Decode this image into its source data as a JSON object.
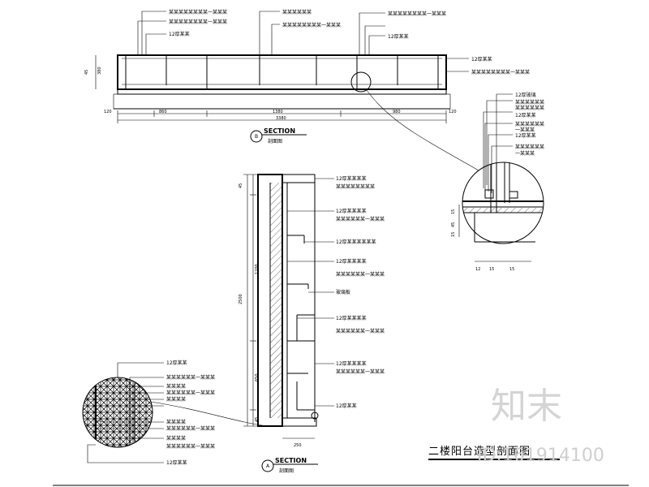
{
  "watermark": {
    "site": "知末",
    "id": "ID:161914100"
  },
  "drawing_title": "二楼阳台造型剖面图",
  "sections": [
    {
      "label": "SECTION",
      "sublabel": "剖面图",
      "tag": "B"
    },
    {
      "label": "SECTION",
      "sublabel": "剖面图",
      "tag": "A"
    }
  ],
  "section_b": {
    "notes_top": [
      "某某某某某某某某一某某某",
      "12厚某某",
      "某某某某某某某某一某某某",
      "某某某某某某",
      "某某某某某某某某一某某某",
      "某某某某某某某某一某某某",
      "12厚某某"
    ],
    "notes_right": [
      "12厚某某",
      "某某某某某某某某一某某某"
    ],
    "dims_bottom": [
      "120",
      "860",
      "1380",
      "980",
      "120"
    ],
    "dims_total": "3380",
    "dims_left": [
      "45",
      "380"
    ]
  },
  "detail_b": {
    "notes": [
      "12厚玻璃",
      "某某某某某某",
      "某某某某某某",
      "12厚某某",
      "某某某某某某",
      "一某某某",
      "12厚某某",
      "某某某某某某",
      "一某某某"
    ],
    "dims_left": [
      "15",
      "45",
      "15"
    ],
    "dims_bottom": [
      "12",
      "15",
      "15"
    ]
  },
  "section_a": {
    "notes": [
      "12厚某某某某",
      "某某某某某某某某",
      "12厚某某某某",
      "某某某某某某一某某某",
      "12厚某某某某某某",
      "12厚某某某某",
      "某某某某某某一某某某",
      "玻璃板",
      "12厚某某某某",
      "某某某某某某一某某某",
      "12厚某某某某",
      "某某某某某某一某某某",
      "12厚某某"
    ],
    "dims_left": [
      "45",
      "1200",
      "2500",
      "650",
      "45"
    ],
    "dim_bottom": "250"
  },
  "detail_a": {
    "notes": [
      "12厚某某",
      "某某某某某某一某某某",
      "某某某某",
      "某某某某某某一某某某",
      "某某某某",
      "某某某某",
      "某某某某某某一某某某",
      "某某某某",
      "某某某某某某一某某某",
      "12厚某某"
    ]
  }
}
